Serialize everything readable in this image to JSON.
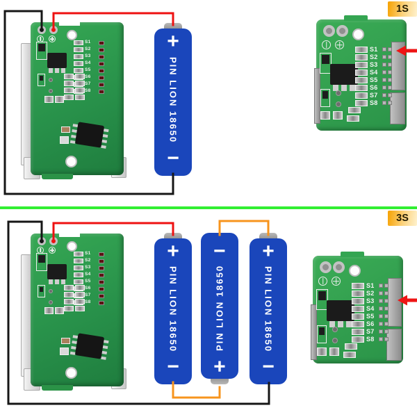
{
  "badges": {
    "top": "1S",
    "bottom": "3S"
  },
  "battery": {
    "label": "PIN LION 18650",
    "plus": "+",
    "minus": "−"
  },
  "pcb": {
    "s_labels": [
      "S1",
      "S2",
      "S3",
      "S4",
      "S5",
      "S6",
      "S7",
      "S8"
    ]
  },
  "colors": {
    "battery_blue": "#1a46bb",
    "pcb_green": "#2fa04a",
    "wire_red": "#ee1111",
    "wire_black": "#161616",
    "wire_orange": "#f7941d",
    "divider_green": "#32ef32",
    "badge_orange": "#f6a100",
    "arrow_red": "#ee1515"
  }
}
